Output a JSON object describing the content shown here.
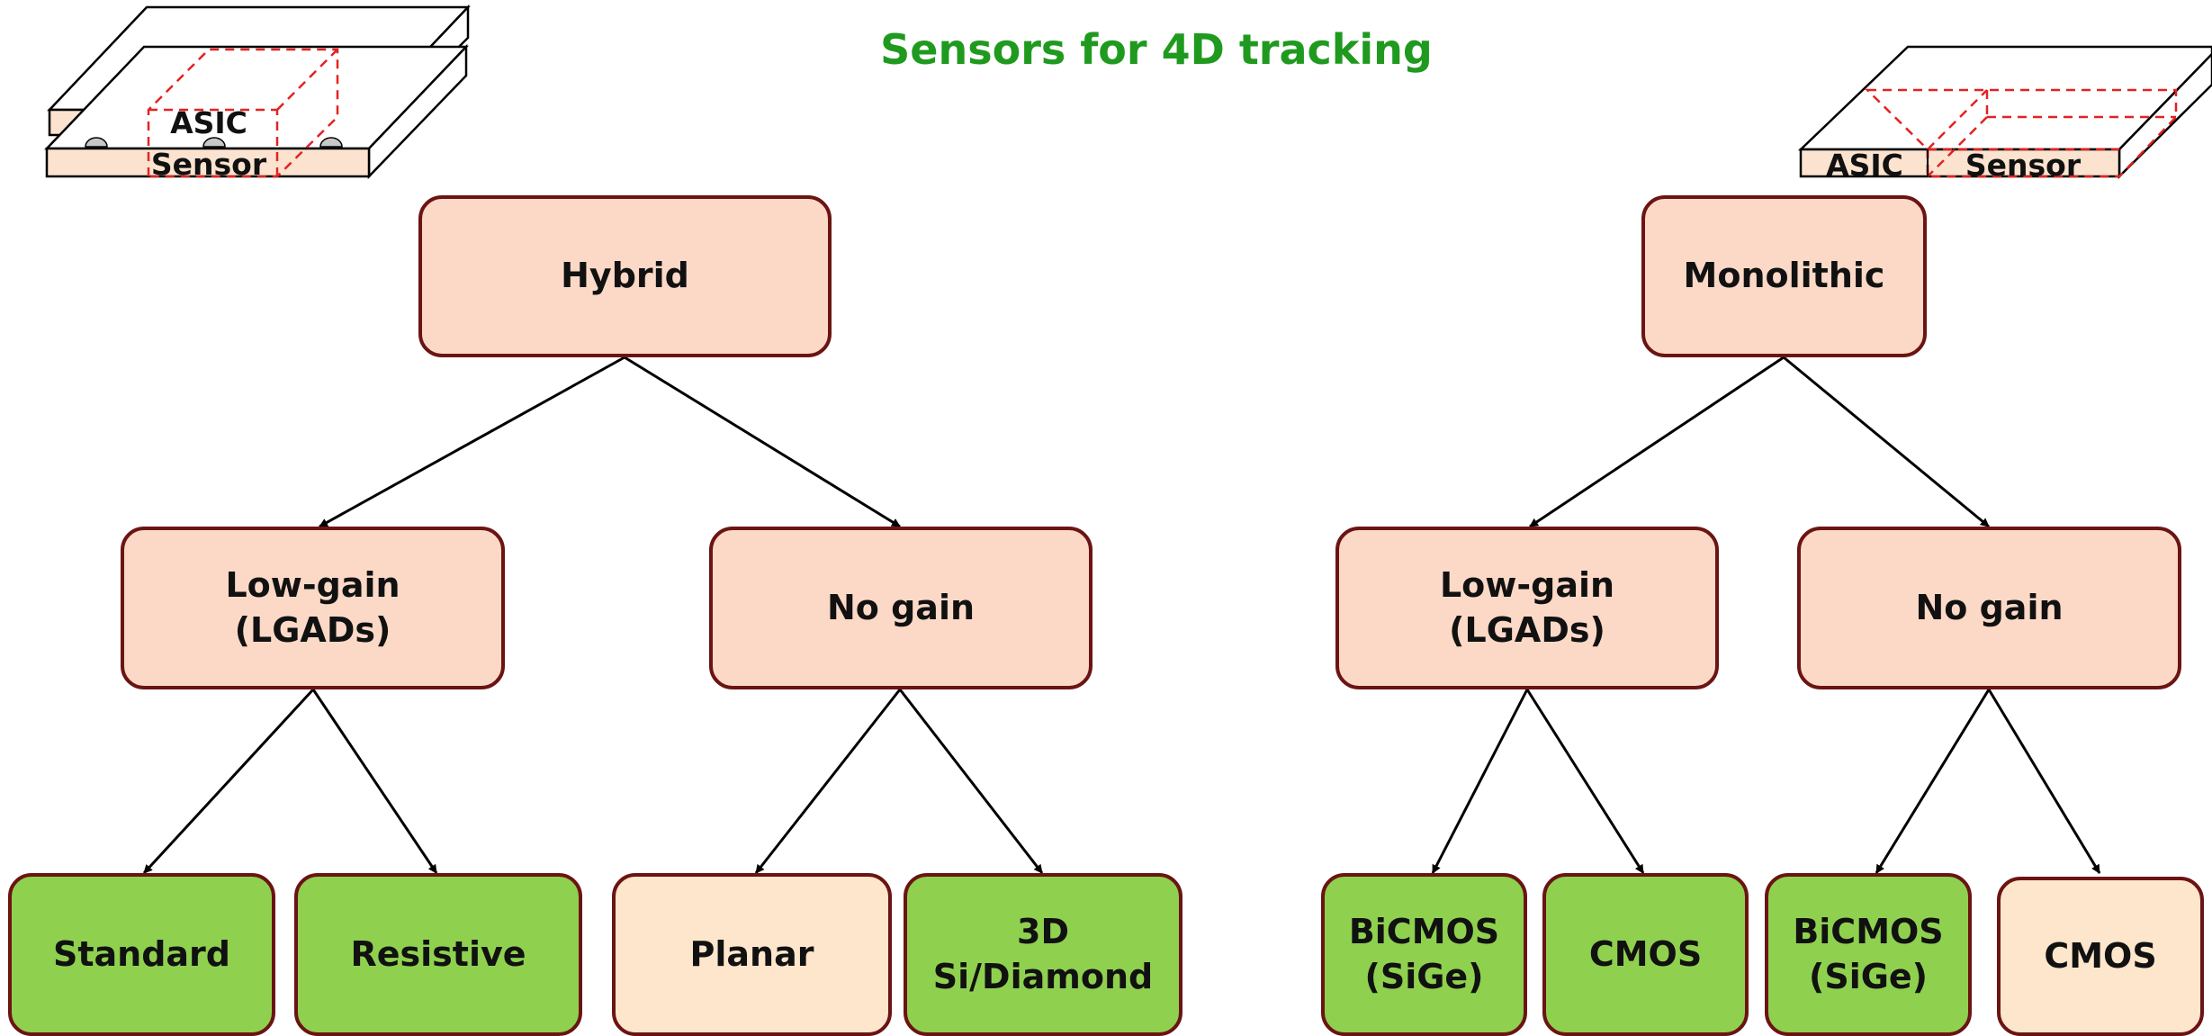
{
  "title": "Sensors for 4D tracking",
  "colors": {
    "title": "#1f9a1f",
    "parent_fill": "#fcd9c7",
    "leaf_green": "#8fd14f",
    "leaf_cream": "#fde6cc",
    "border": "#6b1414"
  },
  "hybrid": {
    "label": "Hybrid",
    "icon": {
      "top_label": "ASIC",
      "bottom_label": "Sensor"
    },
    "low_gain": {
      "label": "Low-gain\n(LGADs)",
      "children": [
        "Standard",
        "Resistive"
      ]
    },
    "no_gain": {
      "label": "No gain",
      "children": [
        "Planar",
        "3D\nSi/Diamond"
      ]
    }
  },
  "monolithic": {
    "label": "Monolithic",
    "icon": {
      "left_label": "ASIC",
      "right_label": "Sensor"
    },
    "low_gain": {
      "label": "Low-gain\n(LGADs)",
      "children": [
        "BiCMOS\n(SiGe)",
        "CMOS"
      ]
    },
    "no_gain": {
      "label": "No gain",
      "children": [
        "BiCMOS\n(SiGe)",
        "CMOS"
      ]
    }
  }
}
